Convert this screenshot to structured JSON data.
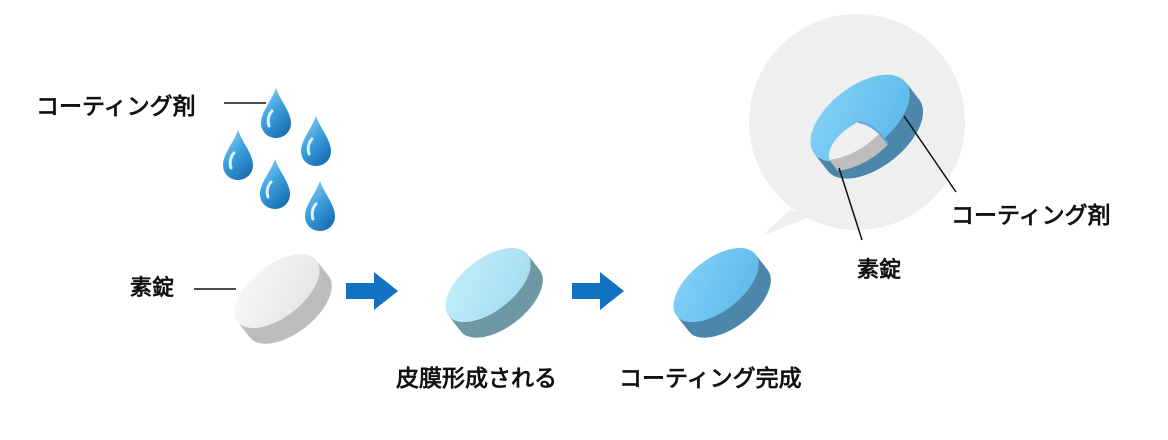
{
  "labels": {
    "coating_agent_left": "コーティング剤",
    "core_left": "素錠",
    "film_forming": "皮膜形成される",
    "coating_complete": "コーティング完成",
    "core_right": "素錠",
    "coating_agent_right": "コーティング剤"
  },
  "colors": {
    "droplet": "#3a9fdc",
    "core_top": "#f2f2f2",
    "core_side": "#bdbdbd",
    "film_top": "#aee4f5",
    "film_side": "#6e98a4",
    "coated_top": "#6fc6f2",
    "coated_side": "#4a87ab",
    "arrow": "#1371c2",
    "bubble": "#efefef"
  }
}
